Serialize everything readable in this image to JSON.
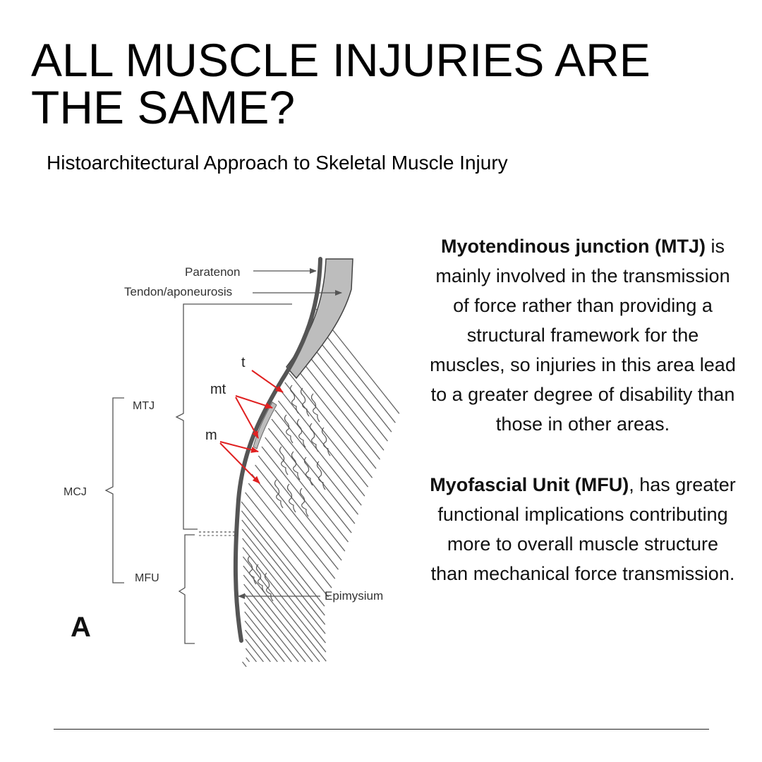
{
  "title": "ALL MUSCLE INJURIES ARE THE SAME?",
  "subtitle": "Histoarchitectural Approach to Skeletal Muscle Injury",
  "diagram": {
    "panel_letter": "A",
    "labels": {
      "paratenon": "Paratenon",
      "tendon": "Tendon/aponeurosis",
      "t": "t",
      "mt": "mt",
      "m": "m",
      "mtj": "MTJ",
      "mcj": "MCJ",
      "mfu": "MFU",
      "epimysium": "Epimysium"
    },
    "colors": {
      "arrow": "#e02020",
      "tissue": "#bdbdbd",
      "line": "#555555"
    }
  },
  "text": {
    "p1_bold": "Myotendinous junction (MTJ)",
    "p1_rest": " is mainly involved in the transmission of force rather than providing a structural framework for the muscles, so injuries in this area lead to a greater degree of disability than those in other areas.",
    "p2_bold": "Myofascial Unit (MFU)",
    "p2_rest": ", has greater functional implications contributing more to overall muscle structure than mechanical force transmission."
  }
}
